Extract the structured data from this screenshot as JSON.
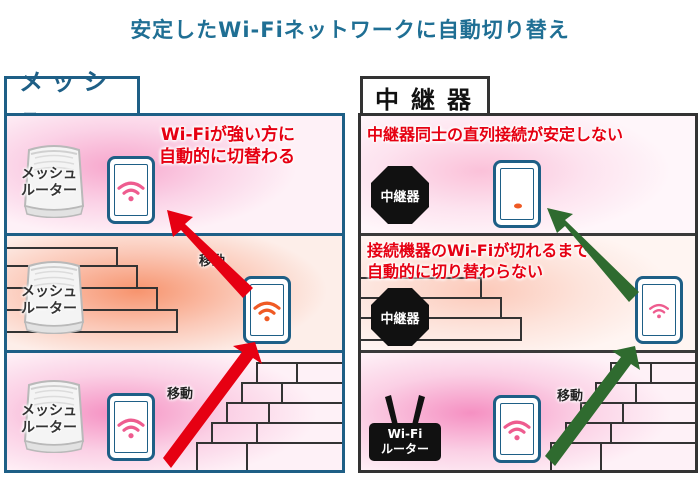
{
  "title": "安定したWi-Fiネットワークに自動切り替え",
  "left": {
    "tab": "メッシュ",
    "caption_line1": "Wi-Fiが強い方に",
    "caption_line2": "自動的に切替わる",
    "router_label_line1": "メッシュ",
    "router_label_line2": "ルーター",
    "move_label": "移動"
  },
  "right": {
    "tab": "中継器",
    "caption1": "中継器同士の直列接続が安定しない",
    "caption2_line1": "接続機器のWi-Fiが切れるまで",
    "caption2_line2": "自動的に切り替わらない",
    "relay_label": "中継器",
    "wifi_router_line1": "Wi-Fi",
    "wifi_router_line2": "ルーター",
    "move_label": "移動"
  },
  "colors": {
    "mesh_blue": "#1e5f86",
    "title_blue": "#1f6f94",
    "red_arrow": "#e60012",
    "green_arrow": "#2f6b2f",
    "wifi_pink": "#ee5c8f",
    "wifi_orange": "#ef5a24",
    "relay_black": "#111111"
  },
  "icons": {
    "phone": "smartphone-icon",
    "wifi": "wifi-icon",
    "mesh_router": "mesh-router-icon",
    "relay": "repeater-icon",
    "wifi_router": "wifi-router-icon",
    "arrow": "arrow-icon"
  }
}
